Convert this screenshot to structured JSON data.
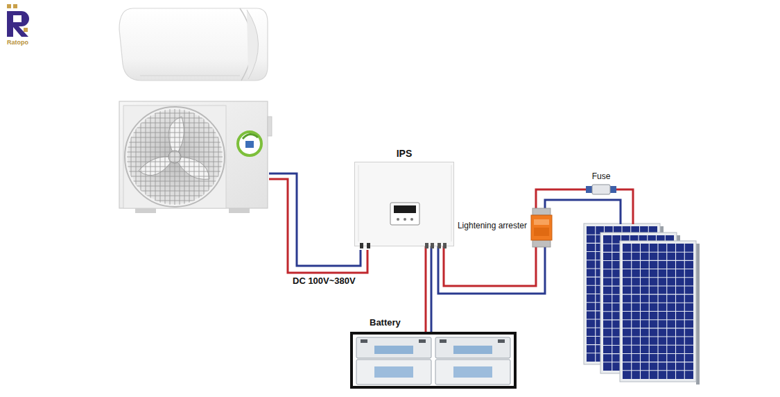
{
  "diagram": {
    "nodes": [
      {
        "text": [
          "IPS"
        ]
      },
      {
        "text": [
          "Fuse"
        ]
      },
      {
        "text": [
          "Lightening arrester"
        ]
      },
      {
        "text": [
          "Battery"
        ]
      }
    ],
    "edges": [
      {
        "from": 0,
        "to": 3,
        "arrow": "none"
      },
      {
        "from": 0,
        "to": 2,
        "arrow": "none"
      },
      {
        "from": 2,
        "to": 1,
        "arrow": "none"
      }
    ],
    "labels": [
      "Ratopo",
      "DC 100V~380V"
    ]
  }
}
